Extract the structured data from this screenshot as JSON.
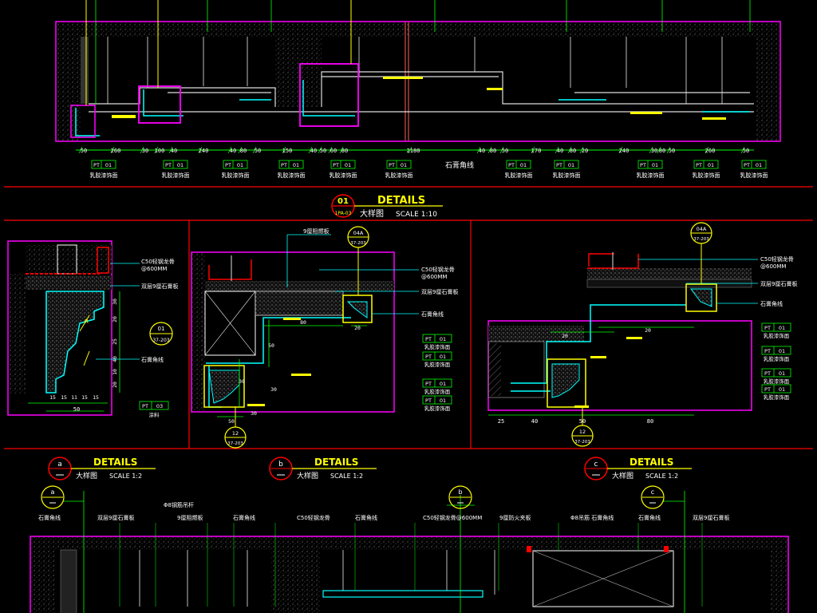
{
  "colors": {
    "background": "#000000",
    "frame": "#ff00ff",
    "cyan": "#00ffff",
    "yellow": "#ffff00",
    "green": "#00ff00",
    "red": "#ff0000",
    "white": "#ffffff",
    "blue": "#3399ff",
    "grey": "#808080"
  },
  "top_section": {
    "dimension_row": [
      "50",
      "260",
      "30",
      "100",
      "40",
      "240",
      "40",
      "80",
      "50",
      "150",
      "40",
      "50",
      "60",
      "80",
      "2180",
      "40",
      "80",
      "50",
      "170",
      "40",
      "80",
      "20",
      "240",
      "30",
      "80",
      "50",
      "260",
      "50"
    ],
    "materials_text": "石膏角线",
    "tag_code": "PT",
    "tag_number": "01",
    "tag_caption": "乳胶漆饰面"
  },
  "details_01": {
    "circle_number": "01",
    "circle_sub": "1PA-03",
    "title": "DETAILS",
    "subtitle": "大样图",
    "scale": "SCALE 1:10"
  },
  "panel_a": {
    "callout_circle_top": "01",
    "callout_circle_bottom": "37-203",
    "dim_vertical": [
      "30",
      "20",
      "25",
      "40",
      "10",
      "20"
    ],
    "dim_horizontal": [
      "15",
      "15",
      "11",
      "15",
      "15"
    ],
    "dim_bottom": "50",
    "label_1": "C50轻钢龙骨",
    "label_1b": "@600MM",
    "label_2": "双层9厘石膏板",
    "label_3": "石膏角线",
    "tag_code": "PT",
    "tag_number": "03",
    "tag_caption": "涂料"
  },
  "panel_b": {
    "top_label": "9厘阻燃板",
    "callout_top": "04A",
    "callout_top_sub": "37-203",
    "callout_bottom": "12",
    "callout_bottom_sub": "37-203",
    "label_1": "C50轻钢龙骨",
    "label_1b": "@600MM",
    "label_2": "双层9厘石膏板",
    "label_3": "石膏角线",
    "dims": [
      "80",
      "20",
      "50",
      "30",
      "30",
      "30"
    ],
    "dim_bottom": "50",
    "tag_code": "PT",
    "tag_number": "01",
    "tag_caption": "乳胶漆饰面"
  },
  "panel_c": {
    "callout_top": "04A",
    "callout_top_sub": "37-203",
    "callout_bottom": "12",
    "callout_bottom_sub": "37-203",
    "label_1": "C50轻钢龙骨",
    "label_1b": "@600MM",
    "label_2": "双层9厘石膏板",
    "label_3": "石膏角线",
    "dims_mid": [
      "20",
      "20"
    ],
    "dim_bottom": [
      "25",
      "40",
      "50",
      "80"
    ],
    "tag_code": "PT",
    "tag_number": "01",
    "tag_caption": "乳胶漆饰面"
  },
  "details_row2": [
    {
      "letter": "a",
      "title": "DETAILS",
      "subtitle": "大样图",
      "scale": "SCALE 1:2"
    },
    {
      "letter": "b",
      "title": "DETAILS",
      "subtitle": "大样图",
      "scale": "SCALE 1:2"
    },
    {
      "letter": "c",
      "title": "DETAILS",
      "subtitle": "大样图",
      "scale": "SCALE 1:2"
    }
  ],
  "bottom_section": {
    "labels": [
      "石膏角线",
      "双层9厘石膏板",
      "9厘阻燃板",
      "Φ8钢筋吊杆",
      "石膏角线",
      "C50轻钢龙骨",
      "石膏角线",
      "C50轻钢龙骨@600MM",
      "9厘防火夹板",
      "Φ8吊筋 石膏角线",
      "石膏角线",
      "双层9厘石膏板"
    ],
    "callouts": [
      "a",
      "b",
      "c"
    ]
  }
}
